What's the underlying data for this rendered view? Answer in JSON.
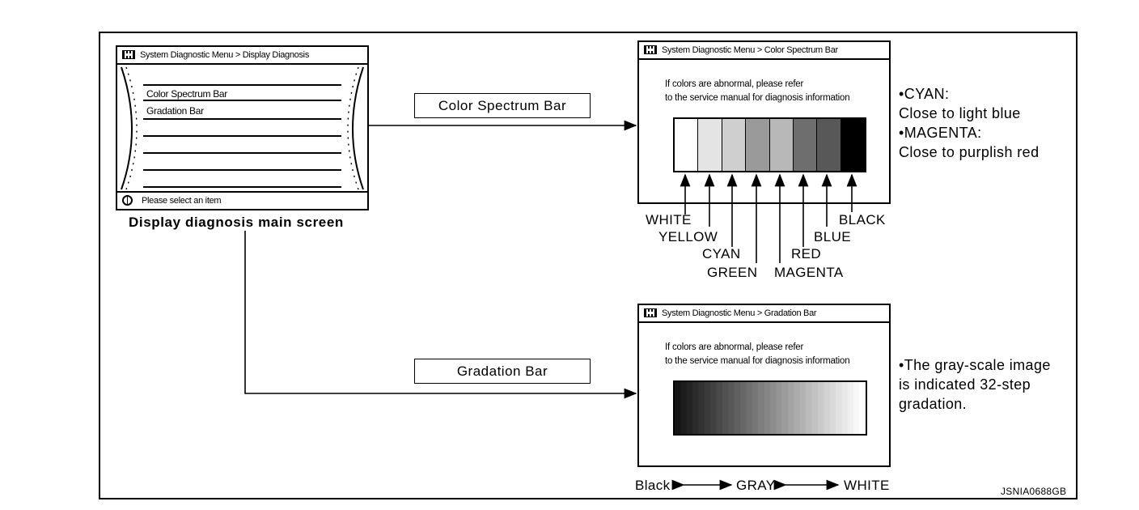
{
  "main_screen": {
    "title": "System Diagnostic Menu > Display Diagnosis",
    "items": [
      "Color Spectrum Bar",
      "Gradation Bar"
    ],
    "footer": "Please select an item",
    "caption": "Display diagnosis main screen"
  },
  "color_screen": {
    "title": "System Diagnostic Menu > Color Spectrum Bar",
    "message_line1": "If colors are abnormal, please refer",
    "message_line2": "to the service manual for diagnosis information",
    "label": "Color Spectrum Bar",
    "color_names": {
      "white": "WHITE",
      "yellow": "YELLOW",
      "cyan": "CYAN",
      "green": "GREEN",
      "magenta": "MAGENTA",
      "red": "RED",
      "blue": "BLUE",
      "black": "BLACK"
    },
    "segments": [
      "WHITE",
      "YELLOW",
      "CYAN",
      "GREEN",
      "MAGENTA",
      "RED",
      "BLUE",
      "BLACK"
    ],
    "segment_shades": [
      "#ffffff",
      "#e4e4e4",
      "#cfcfcf",
      "#9a9a9a",
      "#b8b8b8",
      "#6e6e6e",
      "#585858",
      "#000000"
    ],
    "notes": [
      "•CYAN:",
      "Close to light blue",
      "•MAGENTA:",
      "Close to purplish red"
    ]
  },
  "gradation_screen": {
    "title": "System Diagnostic Menu > Gradation Bar",
    "message_line1": "If colors are abnormal, please refer",
    "message_line2": "to the service manual for diagnosis information",
    "label": "Gradation Bar",
    "steps": 32,
    "axis_left": "Black",
    "axis_mid": "GRAY",
    "axis_right": "WHITE",
    "notes": [
      "•The gray-scale image",
      "is indicated 32-step",
      "gradation."
    ]
  },
  "reference": "JSNIA0688GB"
}
